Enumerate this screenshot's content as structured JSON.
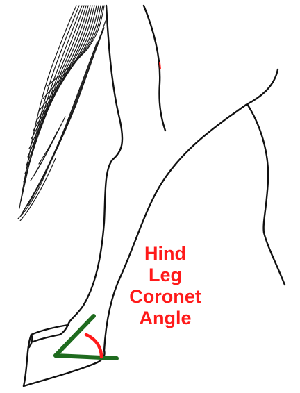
{
  "label": {
    "lines": [
      "Hind",
      "Leg",
      "Coronet",
      "Angle"
    ],
    "color": "#ff1a1a"
  },
  "colors": {
    "outline": "#111111",
    "tail_hatch": "#1a1a1a",
    "guide_lines": "#1f6b1f",
    "angle_arc": "#ff1a1a",
    "background": "#ffffff"
  }
}
